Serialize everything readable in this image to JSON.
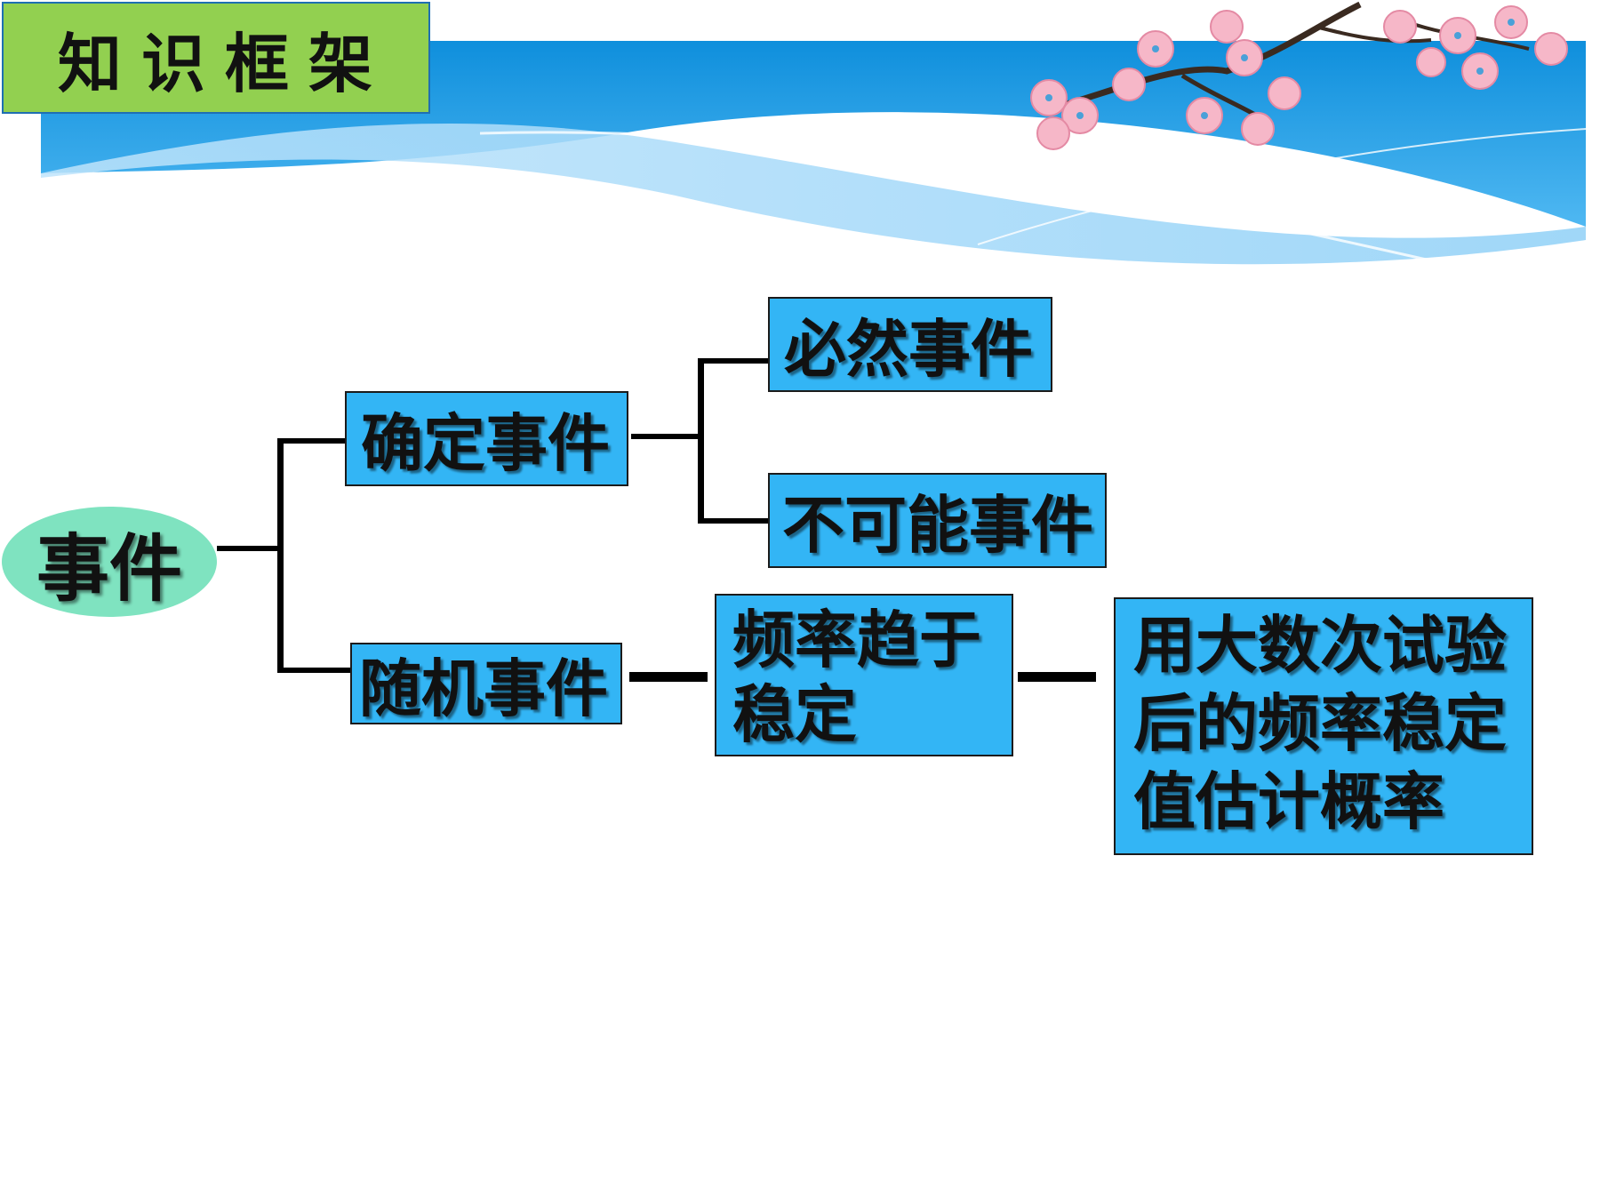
{
  "header": {
    "title": "知识框架"
  },
  "diagram": {
    "root": "事件",
    "certain_event": "确定事件",
    "inevitable_event": "必然事件",
    "impossible_event": "不可能事件",
    "random_event": "随机事件",
    "frequency_stable": "频率趋于\n稳定",
    "estimate_probability": "用大数次试验\n后的频率稳定\n值估计概率"
  },
  "colors": {
    "title_bg": "#92d050",
    "node_bg": "#33b5f5",
    "root_bg": "#7fe3c0",
    "banner_blue": "#1e9fe8"
  }
}
